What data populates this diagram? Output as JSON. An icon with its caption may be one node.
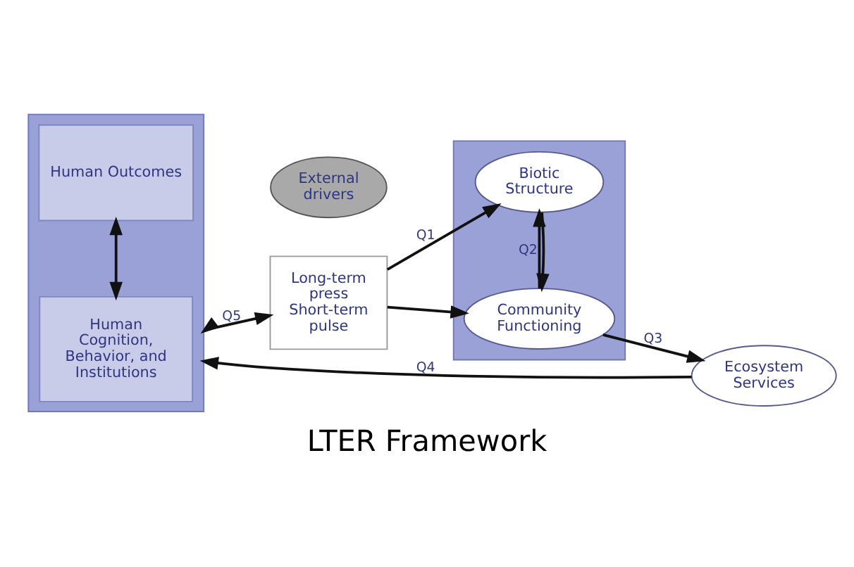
{
  "diagram": {
    "title": "LTER Framework",
    "nodes": [
      {
        "text": [],
        "shape": "box"
      },
      {
        "text": [
          "Human Cognition, Behavior, and Institutions"
        ],
        "in": 0
      },
      {
        "text": [
          "Human Outcomes"
        ],
        "in": 0
      },
      {
        "text": [
          "External drivers"
        ]
      },
      {
        "text": [
          "Long-term press",
          "Short-term pulse"
        ]
      },
      {
        "text": [],
        "shape": "box"
      },
      {
        "text": [
          "Biotic Structure"
        ],
        "in": 5
      },
      {
        "text": [
          "Community Functioning"
        ],
        "in": 5
      },
      {
        "text": [
          "Ecosystem Services"
        ]
      }
    ],
    "edges": [
      {
        "from": 1,
        "to": 2,
        "arrow": "both"
      },
      {
        "from": 0,
        "to": 4,
        "arrow": "both",
        "label": "Q5"
      },
      {
        "from": 4,
        "to": 6,
        "arrow": "to",
        "label": "Q1"
      },
      {
        "from": 4,
        "to": 7,
        "arrow": "to"
      },
      {
        "from": 6,
        "to": 7,
        "arrow": "to"
      },
      {
        "from": 7,
        "to": 6,
        "arrow": "to",
        "label": "Q2"
      },
      {
        "from": 7,
        "to": 8,
        "arrow": "to",
        "label": "Q3"
      },
      {
        "from": 8,
        "to": 0,
        "arrow": "to",
        "label": "Q4"
      }
    ]
  }
}
